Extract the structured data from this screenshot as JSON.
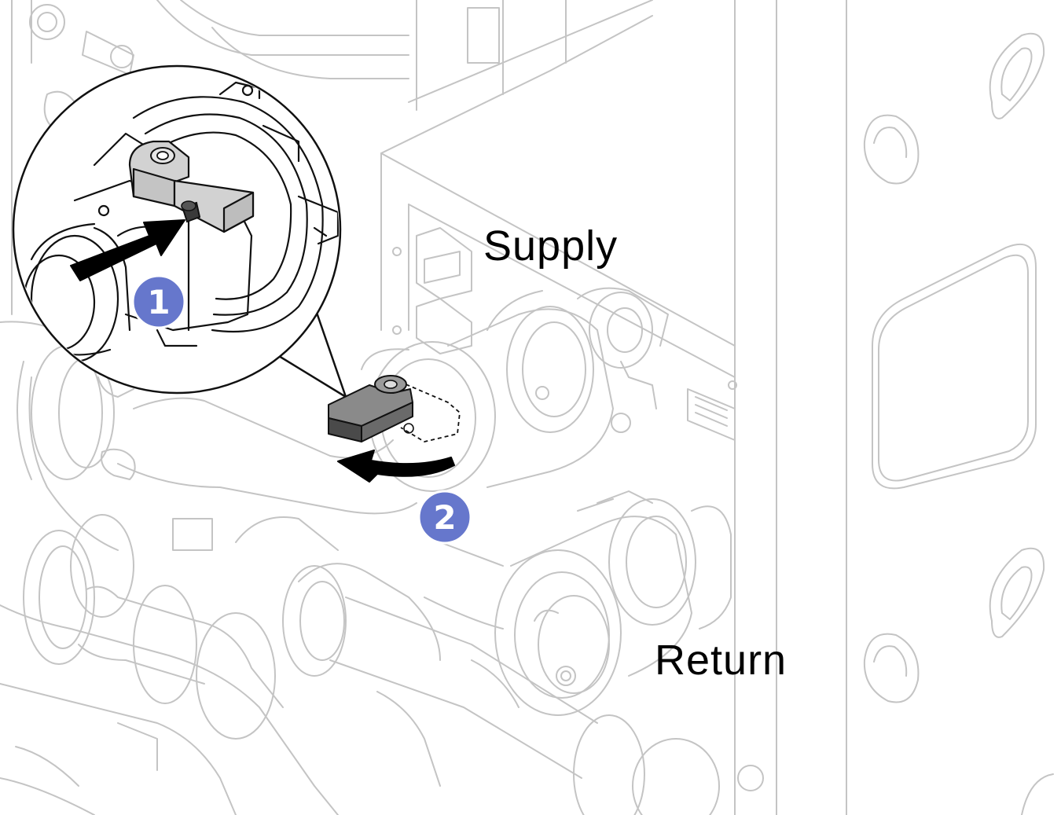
{
  "labels": {
    "supply": "Supply",
    "return": "Return"
  },
  "callouts": [
    {
      "number": "1",
      "meaning": "press button on valve handle"
    },
    {
      "number": "2",
      "meaning": "rotate valve handle"
    }
  ],
  "colors": {
    "line_art": "#c4c4c4",
    "line_art_dark": "#111111",
    "badge_fill": "#6677cc",
    "badge_text": "#ffffff",
    "arrow": "#000000",
    "valve_handle": "#5a5a5a",
    "handle_light": "#cfcfcf"
  }
}
